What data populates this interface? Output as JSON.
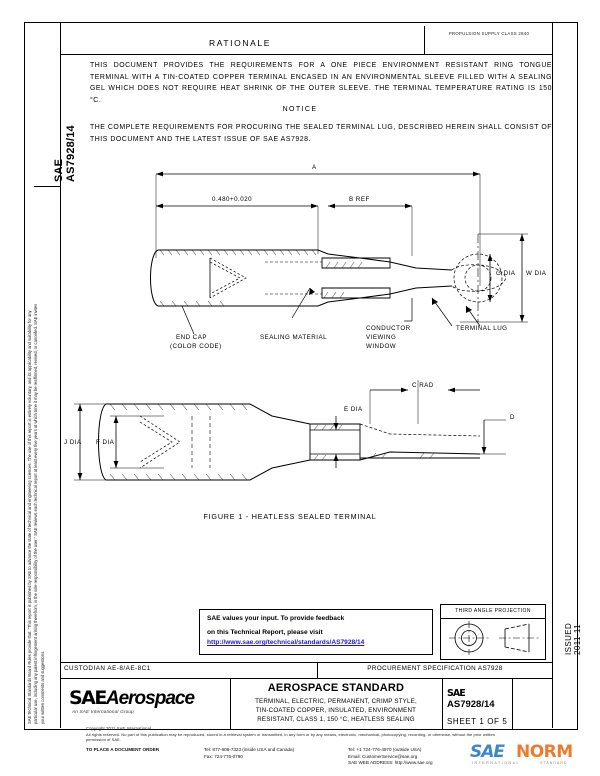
{
  "document": {
    "vertical_id": "SAE AS7928/14",
    "issued": "ISSUED 2011-11",
    "doc_box": "PROPULSION SUPPLY CLASS 2840",
    "disclaimer": "SAE Technical Standards Board Rules provide that: \"This report is published by SAE to advance the state of technical and engineering sciences. The use of this report is entirely voluntary, and its applicability and suitability for any particular use, including any patent infringement arising therefrom, is the sole responsibility of the user.\" SAE reviews each technical report at least every five years at which time it may be reaffirmed, revised, or cancelled. SAE invites your written comments and suggestions."
  },
  "header": {
    "rationale_title": "RATIONALE",
    "rationale_text": "THIS DOCUMENT PROVIDES THE REQUIREMENTS FOR A ONE PIECE ENVIRONMENT RESISTANT RING TONGUE TERMINAL WITH A TIN-COATED COPPER TERMINAL ENCASED IN AN ENVIRONMENTAL SLEEVE FILLED WITH A SEALING GEL WHICH DOES NOT REQUIRE HEAT SHRINK OF THE OUTER SLEEVE. THE TERMINAL TEMPERATURE RATING IS 150 °C.",
    "notice_title": "NOTICE",
    "notice_text": "THE COMPLETE REQUIREMENTS FOR PROCURING THE SEALED TERMINAL LUG, DESCRIBED HEREIN SHALL CONSIST OF THIS DOCUMENT AND THE LATEST ISSUE OF SAE AS7928."
  },
  "figure": {
    "caption": "FIGURE 1 - HEATLESS SEALED TERMINAL",
    "dim_a": "A",
    "dim_cap_len": "0.480+0.020",
    "dim_b": "B REF",
    "dim_g": "G DIA",
    "dim_w": "W DIA",
    "dim_j": "J DIA",
    "dim_f": "F DIA",
    "dim_e": "E DIA",
    "dim_c": "C RAD",
    "dim_d": "D",
    "call_endcap_l1": "END CAP",
    "call_endcap_l2": "(COLOR CODE)",
    "call_sealing": "SEALING MATERIAL",
    "call_window_l1": "CONDUCTOR",
    "call_window_l2": "VIEWING",
    "call_window_l3": "WINDOW",
    "call_lug": "TERMINAL LUG"
  },
  "feedback": {
    "line1": "SAE values your input. To provide feedback",
    "line2": "on this Technical Report, please visit",
    "link": "http://www.sae.org/technical/standards/AS7928/14"
  },
  "projection": {
    "title": "THIRD ANGLE PROJECTION"
  },
  "title_block": {
    "custodian": "CUSTODIAN  AE-8/AE-8C1",
    "procurement": "PROCUREMENT SPECIFICATION AS7928",
    "standard_title": "AEROSPACE STANDARD",
    "subtitle_l1": "TERMINAL, ELECTRIC, PERMANENT, CRIMP STYLE,",
    "subtitle_l2": "TIN-COATED COPPER, INSULATED, ENVIRONMENT",
    "subtitle_l3": "RESISTANT, CLASS 1, 150 °C, HEATLESS SEALING",
    "logo_mark": "SAE",
    "logo_word": "Aerospace",
    "logo_tag": "An SAE International Group",
    "doc_mark": "SAE",
    "doc_number": "AS7928/14",
    "sheet": "SHEET 1 OF 5"
  },
  "footer": {
    "copyright": "Copyright 2011  SAE International",
    "rights": "All rights reserved. No part of this publication may be reproduced, stored in a retrieval system or transmitted, in any form or by any means, electronic, mechanical, photocopying, recording, or otherwise, without the prior written permission of SAE.",
    "order_label": "TO PLACE A DOCUMENT ORDER",
    "tel_usa": "Tel:  877-606-7323 (inside USA and Canada)",
    "fax": "Fax:  724-776-0790",
    "tel_intl": "Tel:  +1 724-776-4970 (outside USA)",
    "email": "Email:  CustomerService@sae.org",
    "web_label": "SAE WEB ADDRESS:",
    "web_url": "http://www.sae.org"
  },
  "watermark": {
    "sae": "SAE",
    "norm": "NORM",
    "sub": "INTERNATIONAL",
    "sub2": "STANDARD"
  },
  "colors": {
    "link": "#1919c8",
    "wm_blue": "#2a7fc1",
    "wm_orange": "#e8721c"
  }
}
